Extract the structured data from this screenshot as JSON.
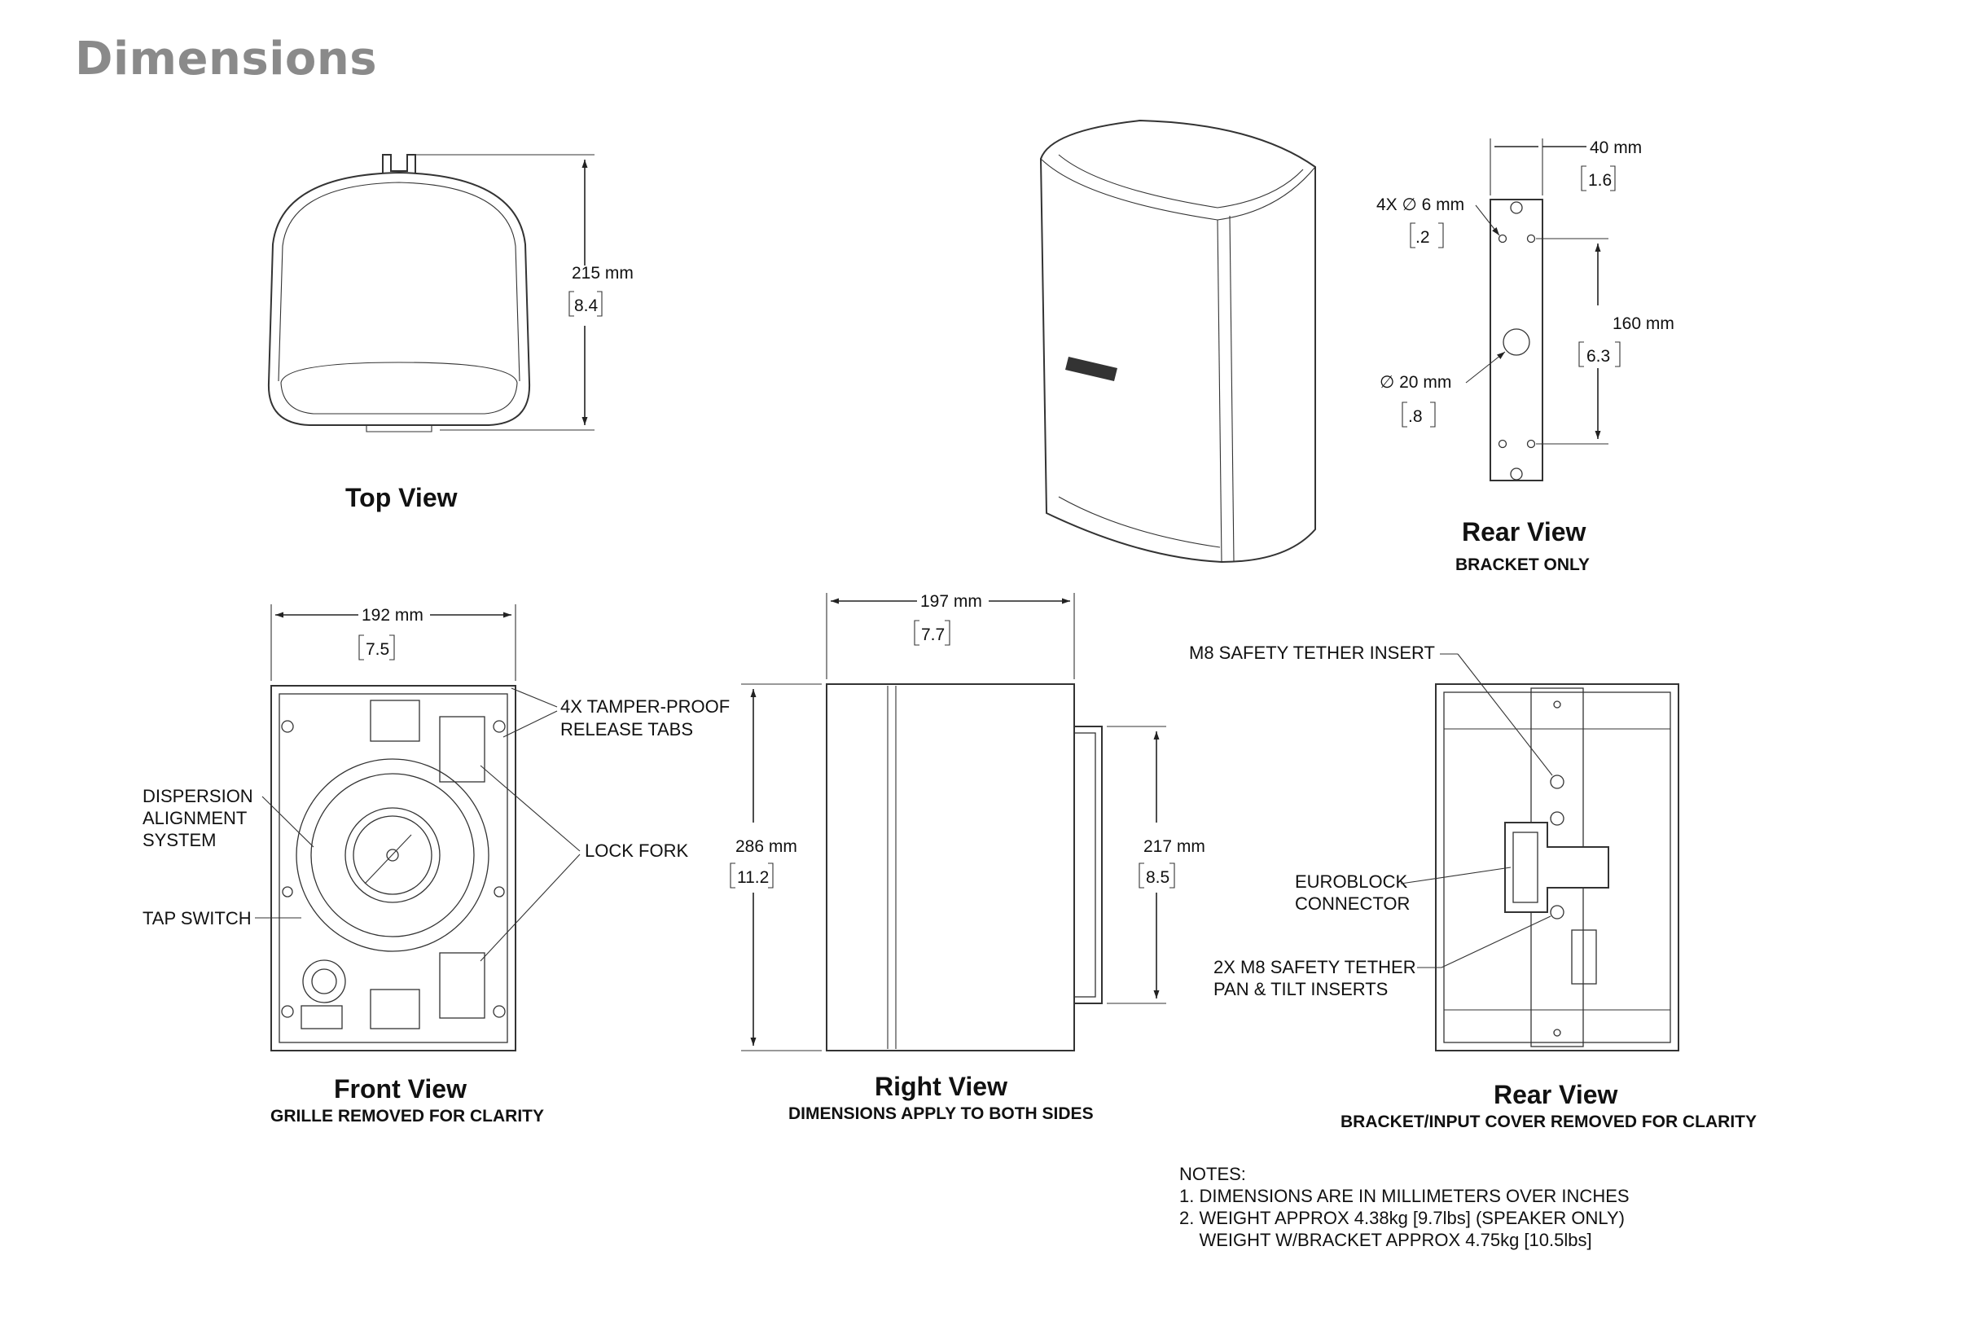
{
  "page": {
    "title": "Dimensions"
  },
  "views": {
    "top": {
      "title": "Top View",
      "height_mm": "215 mm",
      "height_in": "8.4"
    },
    "rear_bracket": {
      "title": "Rear View",
      "subtitle": "BRACKET ONLY",
      "width_mm": "40 mm",
      "width_in": "1.6",
      "holes": "4X ∅ 6  mm",
      "holes_in": ".2",
      "spacing_mm": "160 mm",
      "spacing_in": "6.3",
      "center_hole": "∅ 20 mm",
      "center_hole_in": ".8"
    },
    "front": {
      "title": "Front View",
      "subtitle": "GRILLE REMOVED FOR CLARITY",
      "width_mm": "192 mm",
      "width_in": "7.5",
      "callouts": {
        "tabs_1": "4X TAMPER-PROOF",
        "tabs_2": "RELEASE TABS",
        "dispersion_1": "DISPERSION",
        "dispersion_2": "ALIGNMENT",
        "dispersion_3": "SYSTEM",
        "lock_fork": "LOCK FORK",
        "tap_switch": "TAP SWITCH"
      }
    },
    "right": {
      "title": "Right View",
      "subtitle": "DIMENSIONS APPLY TO BOTH SIDES",
      "width_mm": "197 mm",
      "width_in": "7.7",
      "height_mm": "286 mm",
      "height_in": "11.2",
      "inner_mm": "217 mm",
      "inner_in": "8.5"
    },
    "rear_input": {
      "title": "Rear View",
      "subtitle": "BRACKET/INPUT COVER REMOVED FOR CLARITY",
      "callouts": {
        "m8_single": "M8 SAFETY TETHER INSERT",
        "euroblock_1": "EUROBLOCK",
        "euroblock_2": "CONNECTOR",
        "m8_pair_1": "2X M8 SAFETY TETHER",
        "m8_pair_2": "PAN & TILT INSERTS"
      }
    }
  },
  "notes": {
    "heading": "NOTES:",
    "line1": "1. DIMENSIONS ARE IN MILLIMETERS OVER INCHES",
    "line2": "2. WEIGHT APPROX 4.38kg [9.7lbs] (SPEAKER ONLY)",
    "line3": "    WEIGHT W/BRACKET APPROX 4.75kg [10.5lbs]"
  }
}
